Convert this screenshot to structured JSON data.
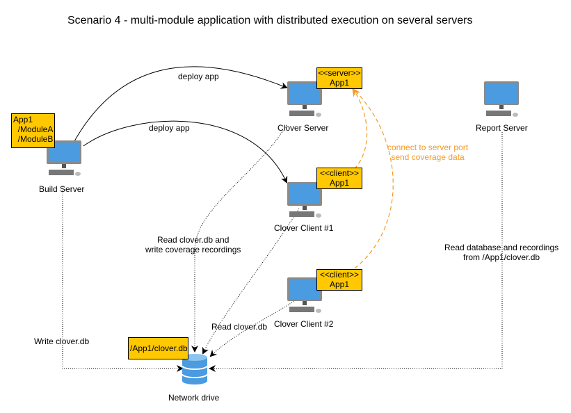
{
  "title": "Scenario 4 - multi-module application with distributed execution on several servers",
  "nodes": {
    "build_server": {
      "label": "Build Server",
      "note_lines": [
        "App1",
        "  /ModuleA",
        "  /ModuleB"
      ]
    },
    "clover_server": {
      "label": "Clover Server",
      "note_lines": [
        "<<server>>",
        "App1"
      ]
    },
    "clover_client_1": {
      "label": "Clover Client #1",
      "note_lines": [
        "<<client>>",
        "App1"
      ]
    },
    "clover_client_2": {
      "label": "Clover Client #2",
      "note_lines": [
        "<<client>>",
        "App1"
      ]
    },
    "report_server": {
      "label": "Report Server"
    },
    "network_drive": {
      "label": "Network drive",
      "note_lines": [
        "/App1/clover.db"
      ]
    }
  },
  "edges": {
    "deploy_to_server": "deploy app",
    "deploy_to_client": "deploy app",
    "connect_port": [
      "connect to server port",
      "send coverage data"
    ],
    "server_read_write": [
      "Read clover.db and",
      "write coverage recordings"
    ],
    "client2_read": "Read clover.db",
    "build_write": "Write clover.db",
    "report_read": [
      "Read database and recordings",
      "from /App1/clover.db"
    ]
  },
  "colors": {
    "note": "#ffc800",
    "accent": "#f59a23",
    "screen": "#4a9be0"
  }
}
